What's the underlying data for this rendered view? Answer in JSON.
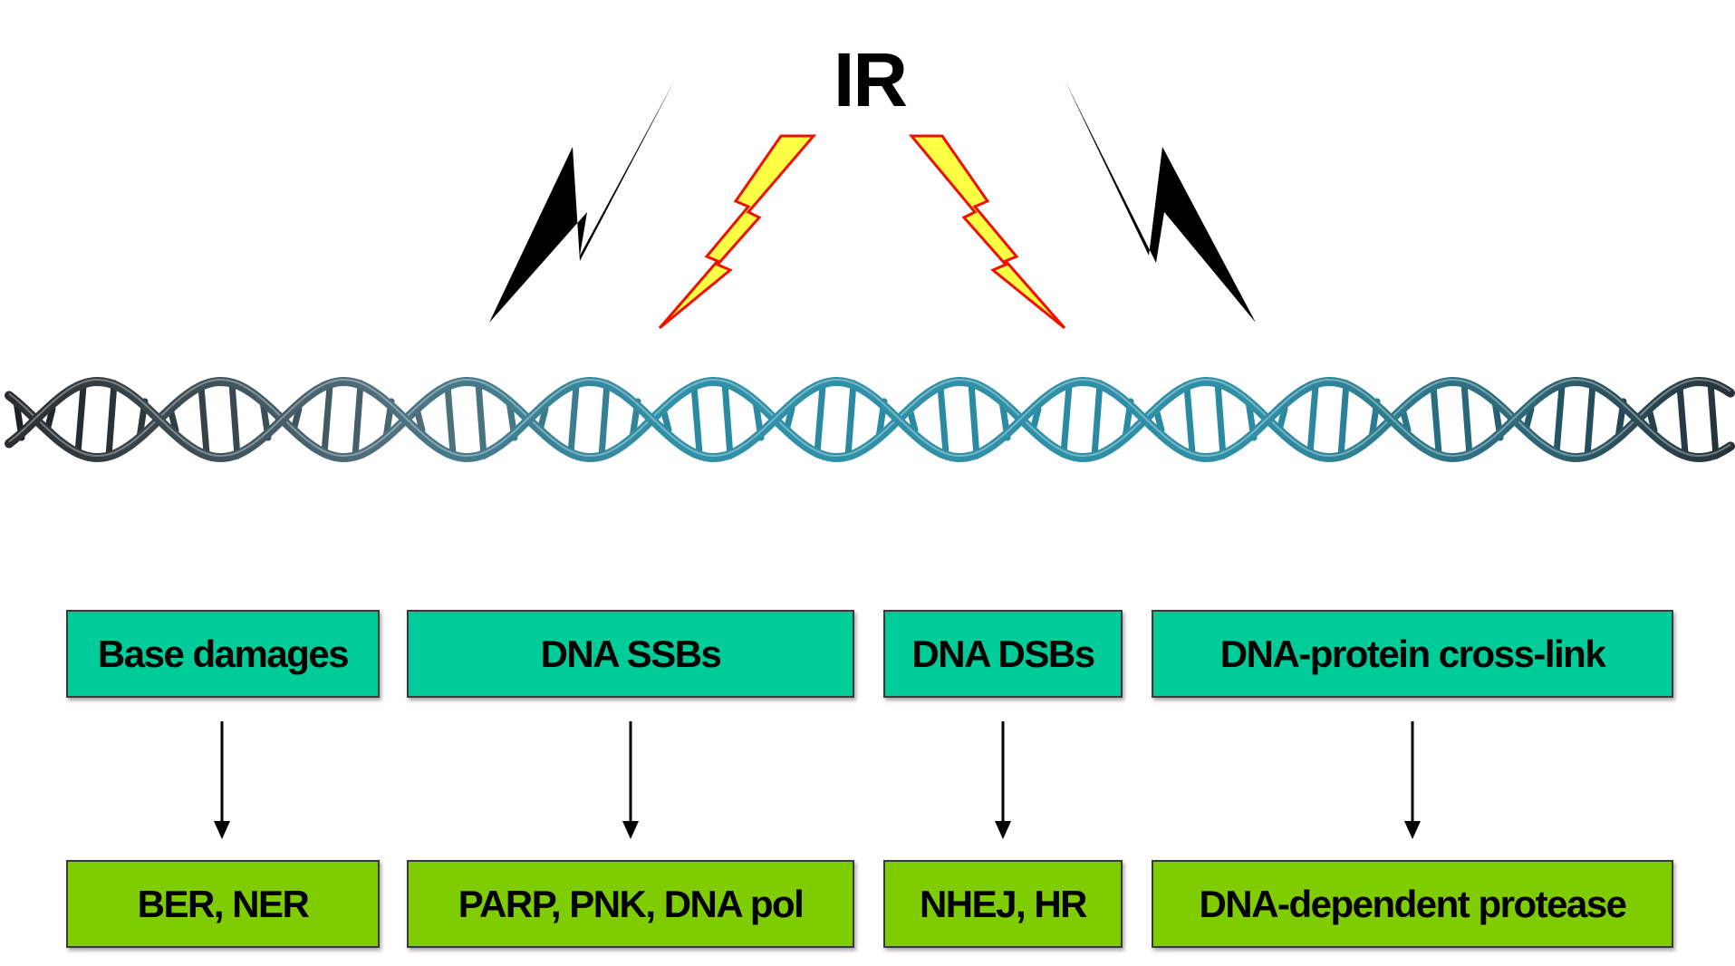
{
  "title": "IR",
  "colors": {
    "damage_box": "#00cc99",
    "repair_box": "#7fcc00",
    "bolt_fill": "#ffff44",
    "bolt_stroke": "#ee1100",
    "dna_teal": "#2f8fa6",
    "dna_dark": "#2a2f35"
  },
  "damages": [
    {
      "label": "Base damages",
      "repair": "BER, NER"
    },
    {
      "label": "DNA SSBs",
      "repair": "PARP, PNK, DNA pol"
    },
    {
      "label": "DNA DSBs",
      "repair": "NHEJ, HR"
    },
    {
      "label": "DNA-protein cross-link",
      "repair": "DNA-dependent protease"
    }
  ]
}
